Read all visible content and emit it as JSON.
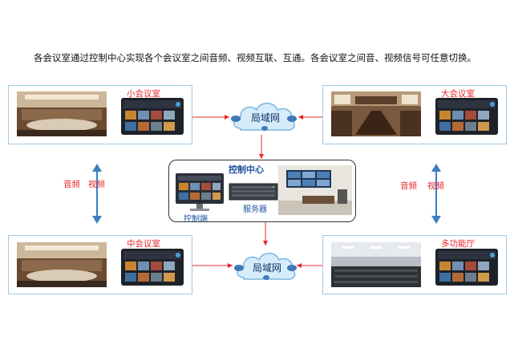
{
  "headline": "各会议室通过控制中心实现各个会议室之间音频、视频互联、互通。各会议室之间音、视频信号可任意切换。",
  "rooms": {
    "top_left": {
      "label": "小会议室"
    },
    "top_right": {
      "label": "大会议室"
    },
    "bottom_left": {
      "label": "中会议室"
    },
    "bottom_right": {
      "label": "多功能厅"
    }
  },
  "networks": {
    "top": {
      "label": "局域网"
    },
    "bottom": {
      "label": "局域网"
    }
  },
  "control_center": {
    "title": "控制中心",
    "console_label": "控制端",
    "server_label": "服务器"
  },
  "side_labels": {
    "left_audio": "音频",
    "left_video": "视频",
    "right_audio": "音频",
    "right_video": "视频"
  },
  "colors": {
    "arrow_red": "#e8242a",
    "arrow_blue": "#3a7fc1",
    "room_border": "#9ec9e8",
    "label_red": "#e8242a",
    "title_blue": "#1b4f9c"
  }
}
